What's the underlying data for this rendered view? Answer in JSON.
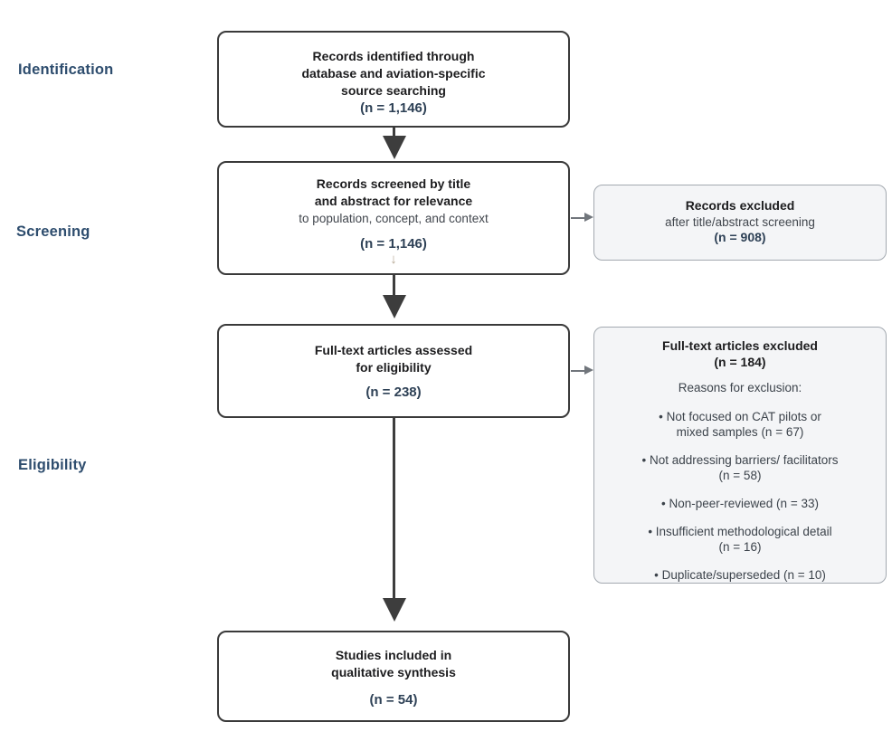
{
  "stage_labels": {
    "identification": "Identification",
    "screening": "Screening",
    "eligibility": "Eligibility"
  },
  "flow_boxes": {
    "identified": {
      "line1": "Records identified through",
      "line2": "database and aviation-specific",
      "line3": "source searching",
      "n": "(n = 1,146)"
    },
    "screened": {
      "line1": "Records screened by title",
      "line2": "and abstract for relevance",
      "line3": "to population, concept, and context",
      "n": "(n = 1,146)",
      "hint_arrow": "↓"
    },
    "fulltext_assessed": {
      "line1": "Full-text articles assessed",
      "line2": "for eligibility",
      "n": "(n = 238)"
    },
    "included": {
      "line1": "Studies included in",
      "line2": "qualitative synthesis",
      "n": "(n = 54)"
    }
  },
  "side_boxes": {
    "records_excluded": {
      "title": "Records excluded",
      "subtitle": "after title/abstract screening",
      "n": "(n = 908)"
    },
    "fulltext_excluded": {
      "title": "Full-text articles excluded",
      "n": "(n = 184)",
      "reasons_label": "Reasons for exclusion:",
      "reasons": [
        "• Not focused on CAT pilots or mixed samples (n = 67)",
        "• Not addressing barriers/ facilitators (n = 58)",
        "• Non-peer-reviewed (n = 33)",
        "• Insufficient methodological detail (n = 16)",
        "• Duplicate/superseded (n = 10)"
      ]
    }
  },
  "colors": {
    "stage_label": "#2e4d6e",
    "main_box_border": "#3a3a3a",
    "side_box_fill": "#f4f5f7",
    "side_box_border": "#a3a9b0",
    "n_value": "#2e4156",
    "arrow": "#3d3d3d",
    "connector": "#71767c"
  }
}
